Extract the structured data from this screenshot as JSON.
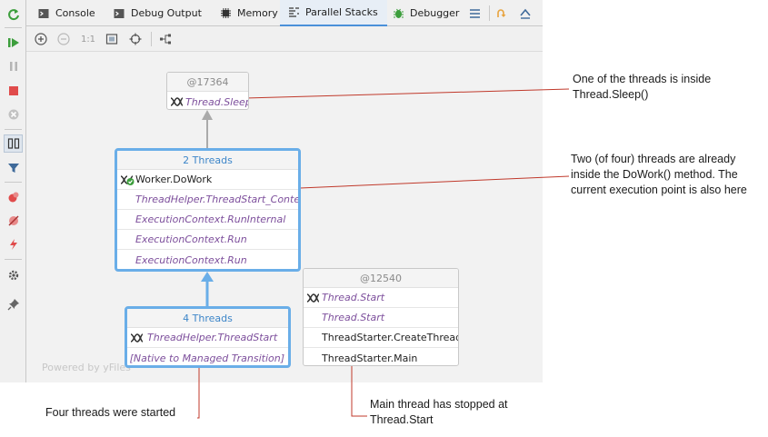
{
  "tabs": [
    {
      "label": "Console",
      "icon": "console-icon"
    },
    {
      "label": "Debug Output",
      "icon": "debug-output-icon"
    },
    {
      "label": "Memory",
      "icon": "memory-icon"
    },
    {
      "label": "Parallel Stacks",
      "icon": "parallel-stacks-icon",
      "active": true
    },
    {
      "label": "Debugger",
      "icon": "bug-icon"
    }
  ],
  "diagram_toolbar": {
    "zoom_actual": "1:1"
  },
  "canvas": {
    "watermark": "Powered by yFiles"
  },
  "stacks": {
    "sleep_node": {
      "header": "@17364",
      "frames": [
        "Thread.Sleep"
      ]
    },
    "worker_node": {
      "header": "2 Threads",
      "frames": [
        "Worker.DoWork",
        "ThreadHelper.ThreadStart_Context",
        "ExecutionContext.RunInternal",
        "ExecutionContext.Run",
        "ExecutionContext.Run"
      ]
    },
    "start_node": {
      "header": "4 Threads",
      "frames": [
        "ThreadHelper.ThreadStart",
        "[Native to Managed Transition]"
      ]
    },
    "main_node": {
      "header": "@12540",
      "frames": [
        "Thread.Start",
        "Thread.Start",
        "ThreadStarter.CreateThreads",
        "ThreadStarter.Main"
      ]
    }
  },
  "annotations": {
    "sleep_note": [
      "One of the threads is inside",
      "Thread.Sleep()"
    ],
    "dowork_note": [
      "Two (of four) threads are already",
      "inside the DoWork() method. The",
      "current execution point is also here"
    ],
    "started_note": [
      "Four threads were started"
    ],
    "main_note": [
      "Main thread has stopped at",
      "Thread.Start"
    ]
  },
  "colors": {
    "highlight_border": "#6aaee8",
    "connector_red": "#c0392b",
    "external_frame_text": "#7d4f9c",
    "canvas_bg": "#f2f2f2"
  }
}
